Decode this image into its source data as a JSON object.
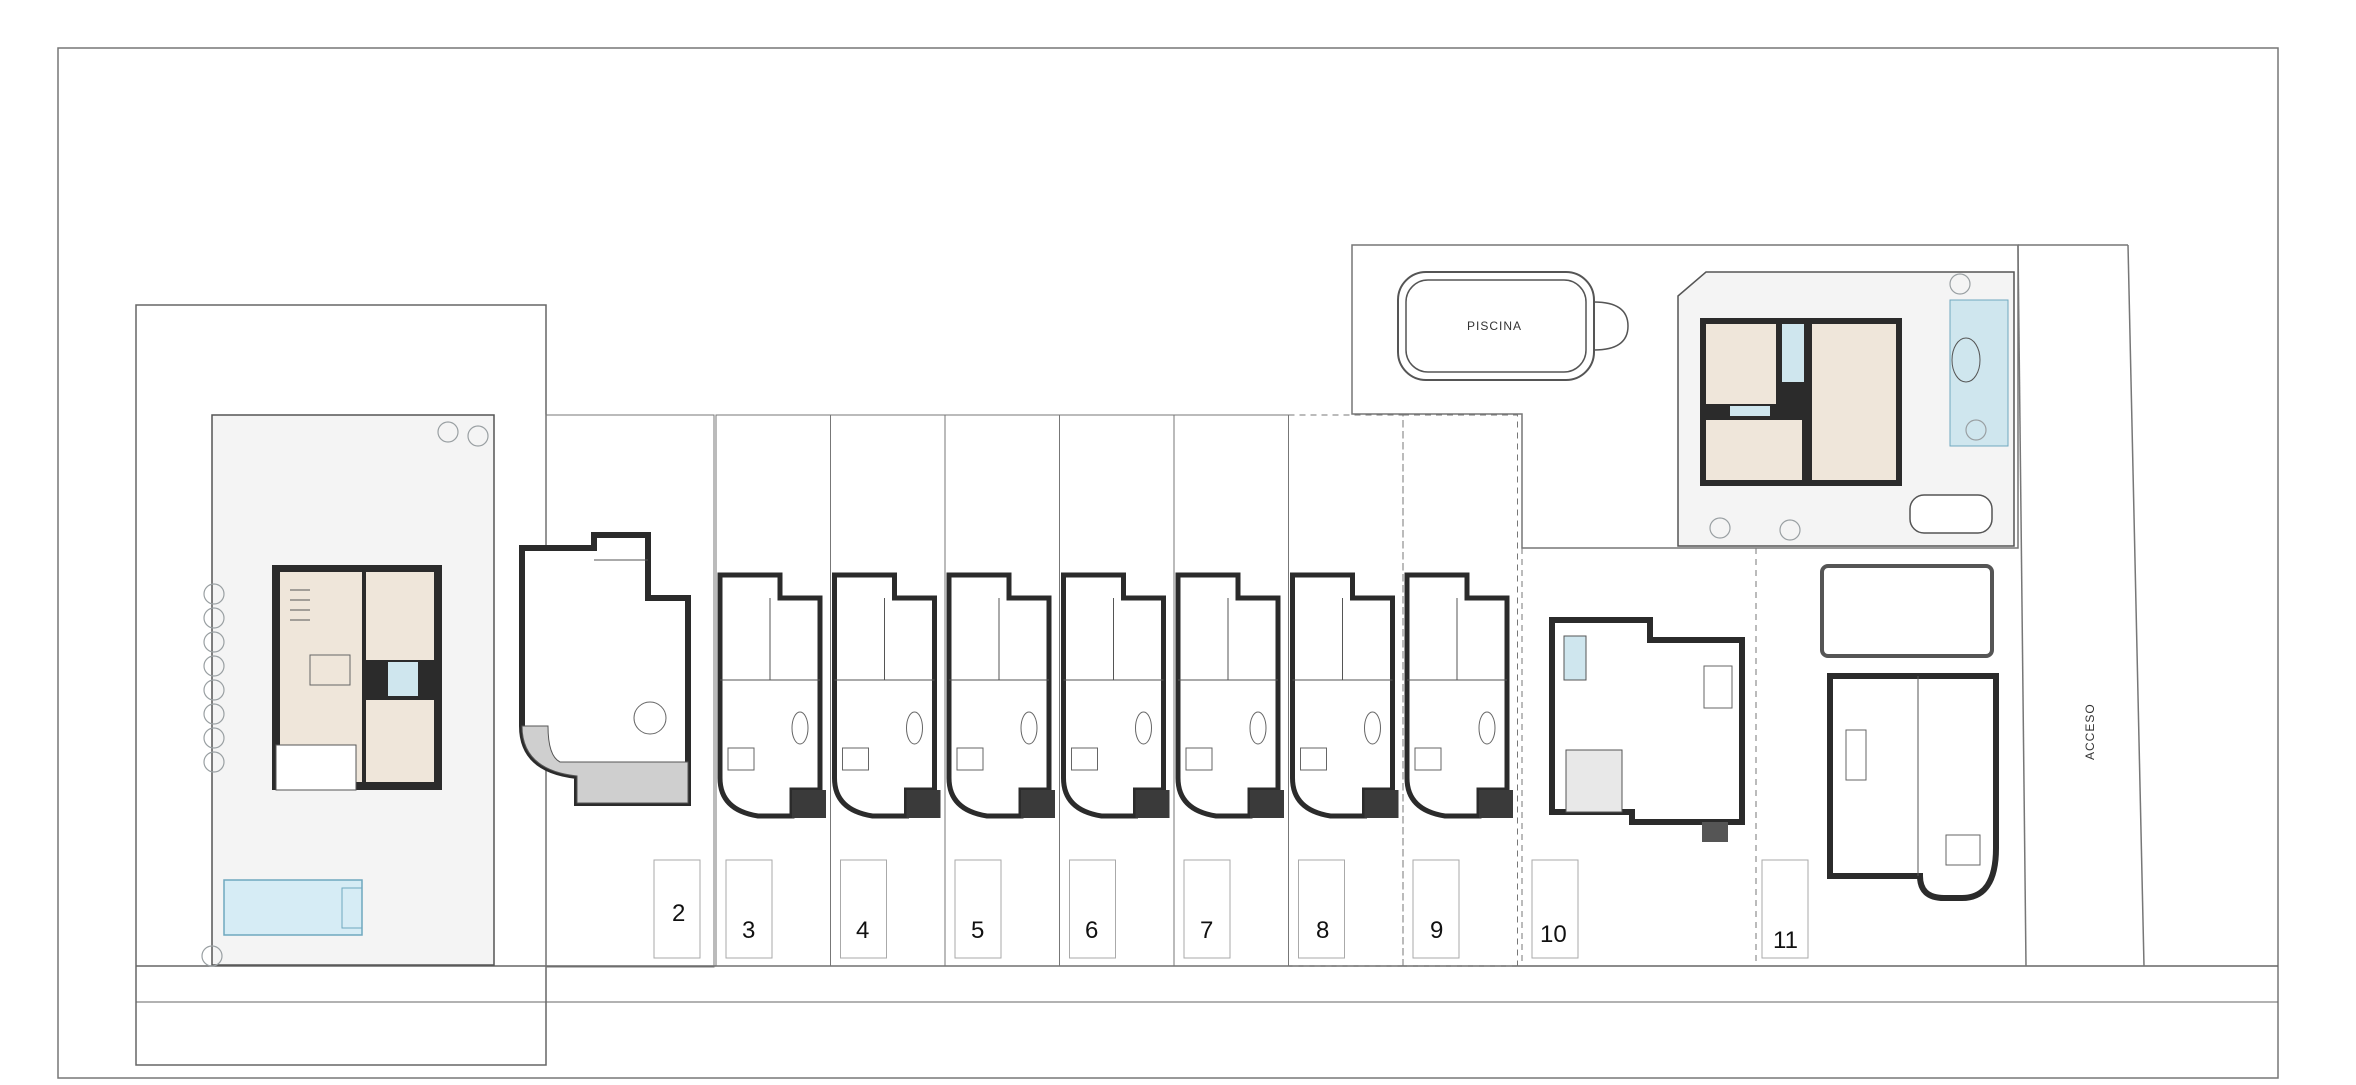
{
  "plan": {
    "pool_label": "PISCINA",
    "access_label": "ACCESO",
    "plots": [
      {
        "id": "2",
        "label": "2"
      },
      {
        "id": "3",
        "label": "3"
      },
      {
        "id": "4",
        "label": "4"
      },
      {
        "id": "5",
        "label": "5"
      },
      {
        "id": "6",
        "label": "6"
      },
      {
        "id": "7",
        "label": "7"
      },
      {
        "id": "8",
        "label": "8"
      },
      {
        "id": "9",
        "label": "9"
      },
      {
        "id": "10",
        "label": "10"
      },
      {
        "id": "11",
        "label": "11"
      }
    ]
  },
  "colors": {
    "line": "#555555",
    "wall": "#2b2b2b",
    "floor": "#efe6da",
    "bath": "#cfe6ee",
    "pool": "#cfe8f2",
    "greenery": "#a9aeb0"
  }
}
